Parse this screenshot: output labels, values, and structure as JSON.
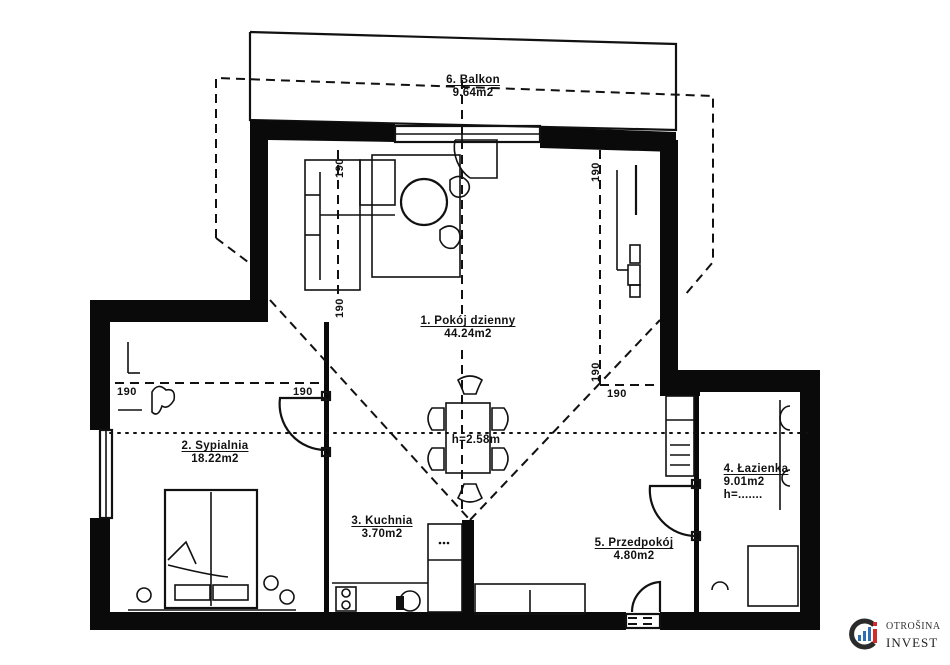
{
  "rooms": [
    {
      "id": "living",
      "name": "1. Pokój dzienny",
      "area": "44.24m2"
    },
    {
      "id": "bedroom",
      "name": "2. Sypialnia",
      "area": "18.22m2"
    },
    {
      "id": "kitchen",
      "name": "3. Kuchnia",
      "area": "3.70m2"
    },
    {
      "id": "bathroom",
      "name": "4. Łazienka",
      "area": "9.01m2",
      "height": "h=......."
    },
    {
      "id": "hall",
      "name": "5. Przedpokój",
      "area": "4.80m2"
    },
    {
      "id": "balcony",
      "name": "6. Balkon",
      "area": "9.64m2"
    }
  ],
  "ceiling_height": "h=2.58m",
  "dimensions": {
    "living_left_top": "190",
    "living_left_bottom": "190",
    "living_right_top": "190",
    "living_right_bottom": "190",
    "living_right_horizontal": "190",
    "bedroom_left": "190",
    "bedroom_right": "190"
  },
  "logo": {
    "line1": "OTROŠINA",
    "line2": "INVEST",
    "colors": {
      "dark": "#2b2b2b",
      "blue": "#2f6db5",
      "red": "#d42a2a"
    }
  }
}
